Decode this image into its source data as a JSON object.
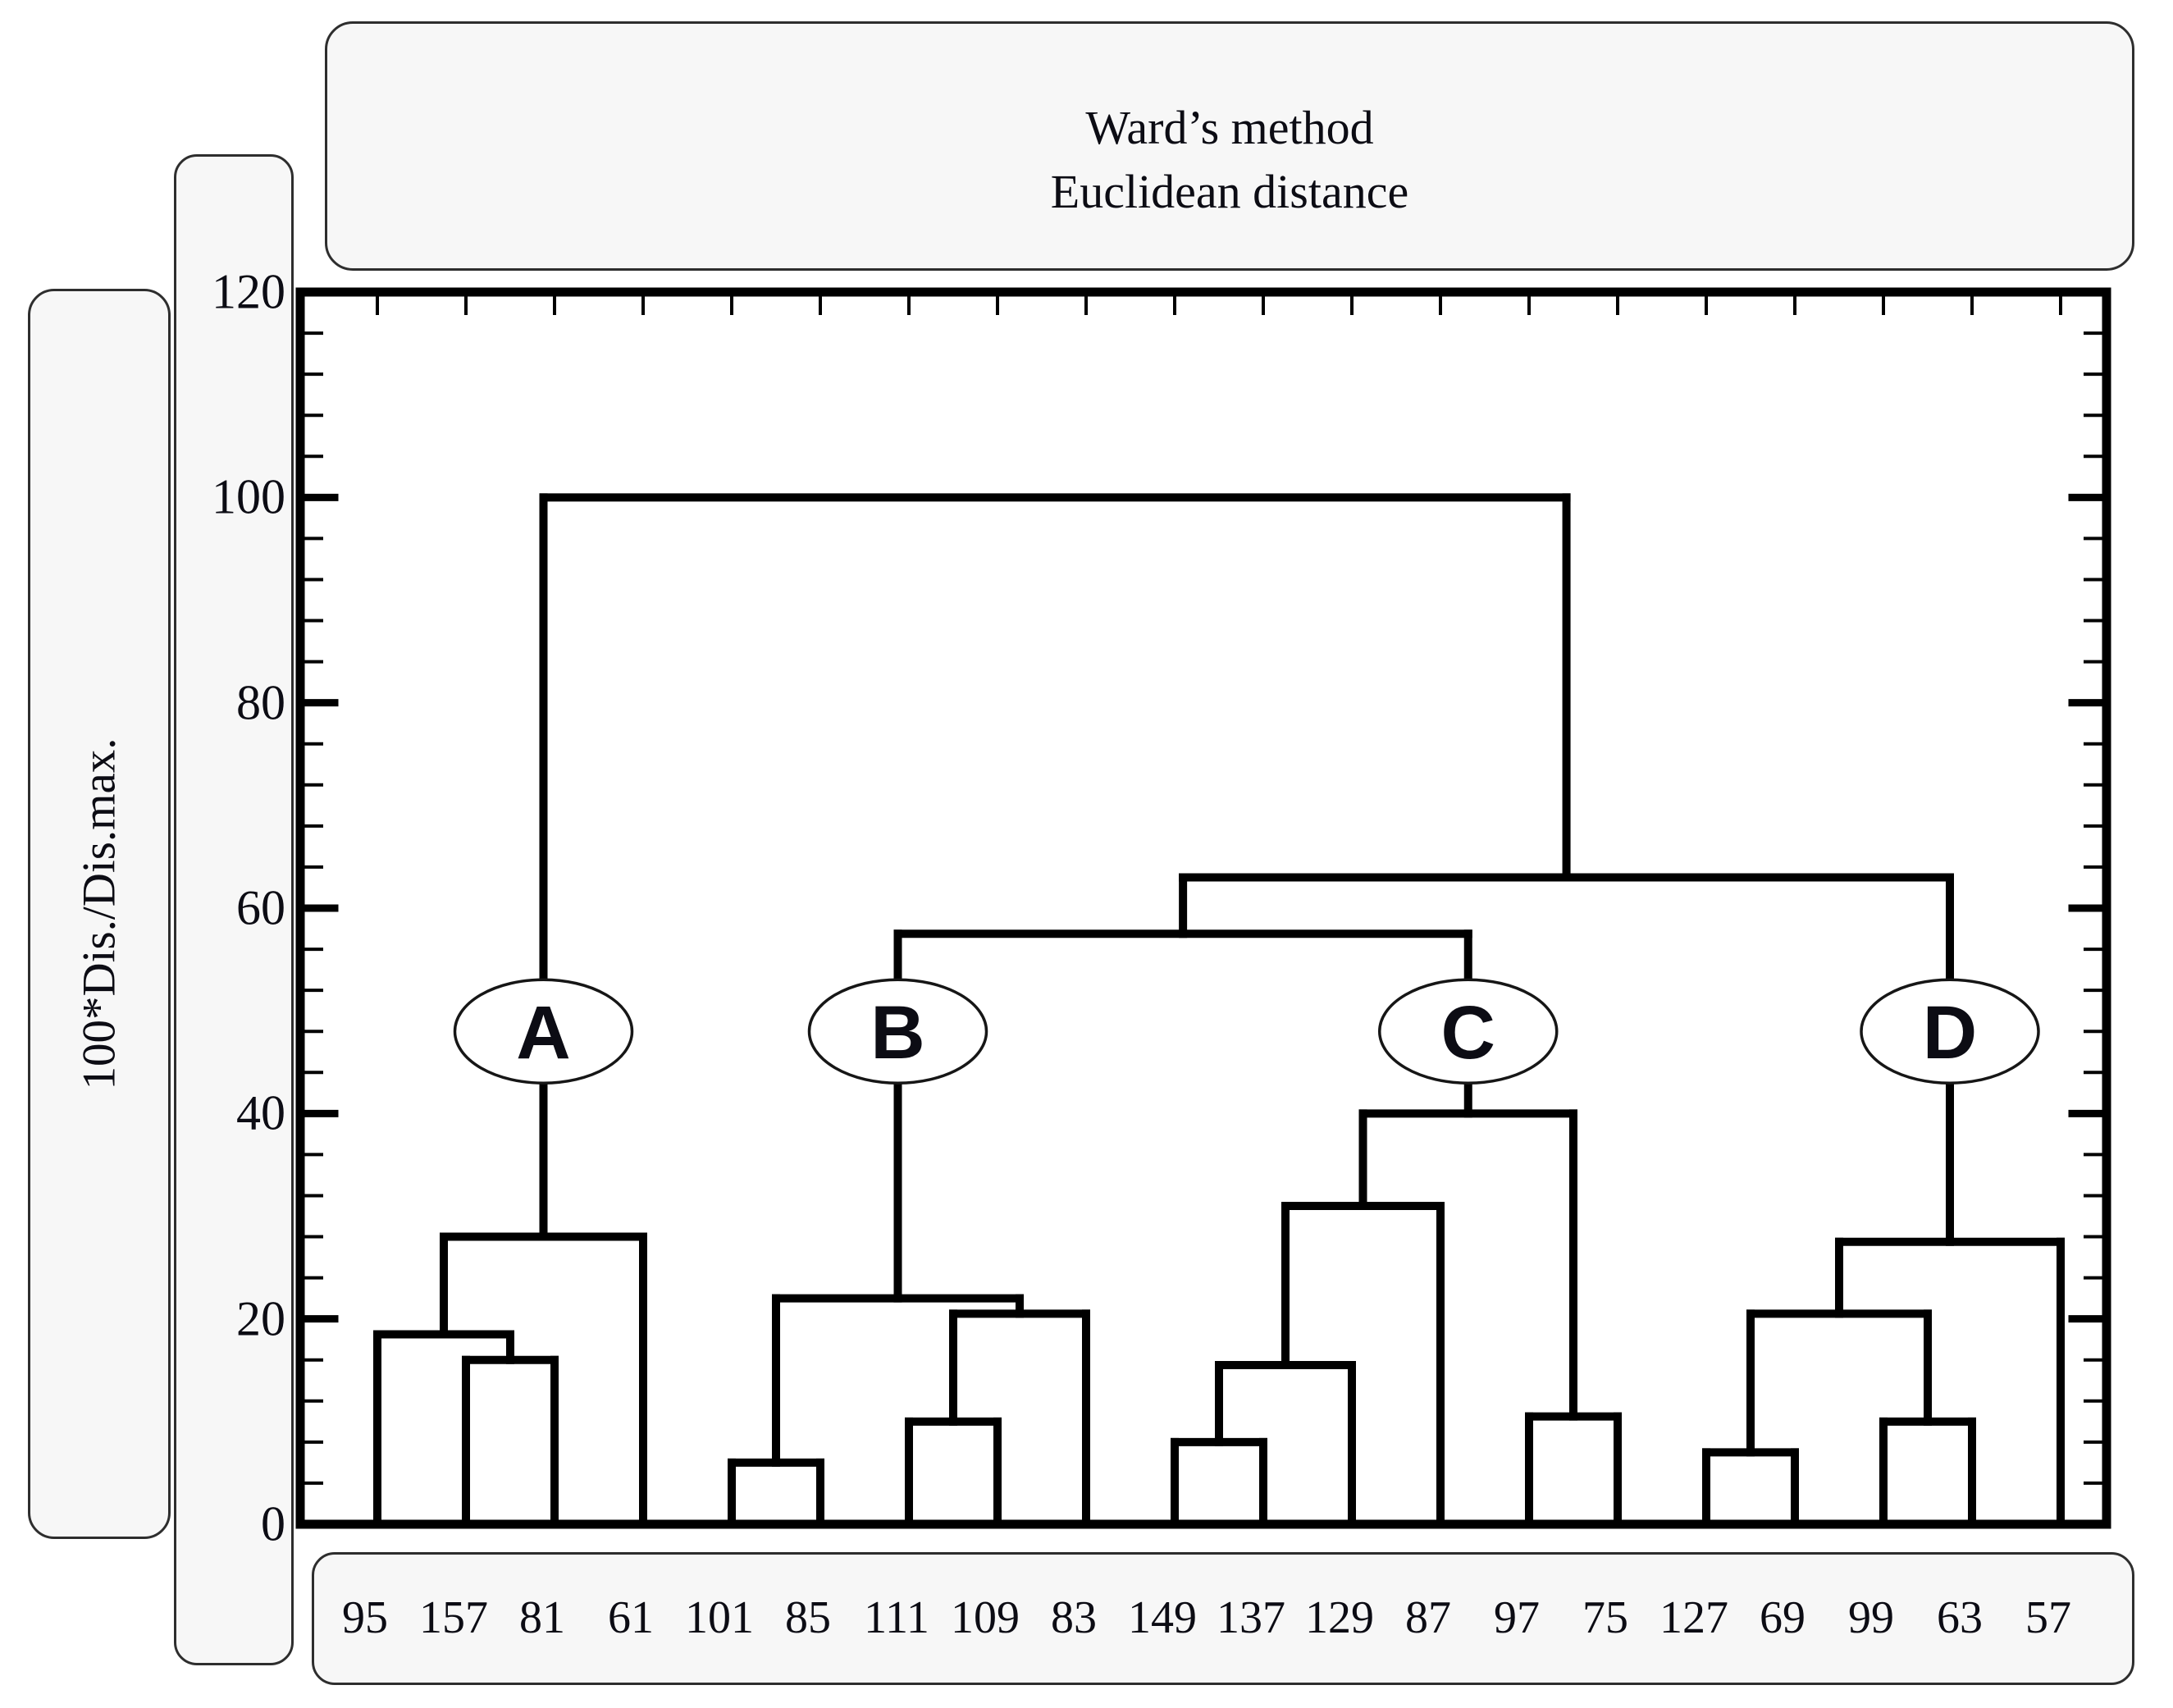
{
  "title": {
    "line1": "Ward’s method",
    "line2": "Euclidean distance"
  },
  "y_axis": {
    "label": "100*Dis./Dis.max.",
    "tick_labels": [
      "120",
      "100",
      "80",
      "60",
      "40",
      "20",
      "0"
    ],
    "tick_values": [
      120,
      100,
      80,
      60,
      40,
      20,
      0
    ]
  },
  "x_axis": {
    "leaf_labels": [
      "95",
      "157",
      "81",
      "61",
      "101",
      "85",
      "111",
      "109",
      "83",
      "149",
      "137",
      "129",
      "87",
      "97",
      "75",
      "127",
      "69",
      "99",
      "63",
      "57"
    ]
  },
  "colors": {
    "line": "#000000",
    "box_fill": "#f7f7f7",
    "box_border": "#2e2e2e",
    "text": "#0c0c14",
    "plot_background": "#ffffff"
  },
  "chart_data": {
    "type": "dendrogram",
    "title": "Ward’s method — Euclidean distance",
    "ylabel": "100*Dis./Dis.max.",
    "ylim": [
      0,
      120
    ],
    "y_major_step": 20,
    "y_minor_step": 4,
    "grid": false,
    "leaves": [
      "95",
      "157",
      "81",
      "61",
      "101",
      "85",
      "111",
      "109",
      "83",
      "149",
      "137",
      "129",
      "87",
      "97",
      "75",
      "127",
      "69",
      "99",
      "63",
      "57"
    ],
    "clusters": [
      {
        "label": "A",
        "leaves": [
          "95",
          "157",
          "81",
          "61"
        ]
      },
      {
        "label": "B",
        "leaves": [
          "101",
          "85",
          "111",
          "109",
          "83"
        ]
      },
      {
        "label": "C",
        "leaves": [
          "149",
          "137",
          "129",
          "87",
          "97",
          "75"
        ]
      },
      {
        "label": "D",
        "leaves": [
          "127",
          "69",
          "99",
          "63",
          "57"
        ]
      }
    ],
    "cluster_label_height": 48,
    "tree": {
      "h": 100,
      "children": [
        {
          "h": 28,
          "cluster": "A",
          "children": [
            {
              "h": 18.5,
              "children": [
                {
                  "leaf": 0
                },
                {
                  "h": 16,
                  "children": [
                    {
                      "leaf": 1
                    },
                    {
                      "leaf": 2
                    }
                  ]
                }
              ]
            },
            {
              "leaf": 3
            }
          ]
        },
        {
          "h": 63,
          "children": [
            {
              "h": 57.5,
              "children": [
                {
                  "h": 22,
                  "cluster": "B",
                  "children": [
                    {
                      "h": 6,
                      "children": [
                        {
                          "leaf": 4
                        },
                        {
                          "leaf": 5
                        }
                      ]
                    },
                    {
                      "h": 20.5,
                      "children": [
                        {
                          "h": 10,
                          "children": [
                            {
                              "leaf": 6
                            },
                            {
                              "leaf": 7
                            }
                          ]
                        },
                        {
                          "leaf": 8
                        }
                      ]
                    }
                  ]
                },
                {
                  "h": 40,
                  "cluster": "C",
                  "children": [
                    {
                      "h": 31,
                      "children": [
                        {
                          "h": 15.5,
                          "children": [
                            {
                              "h": 8,
                              "children": [
                                {
                                  "leaf": 9
                                },
                                {
                                  "leaf": 10
                                }
                              ]
                            },
                            {
                              "leaf": 11
                            }
                          ]
                        },
                        {
                          "leaf": 12
                        }
                      ]
                    },
                    {
                      "h": 10.5,
                      "children": [
                        {
                          "leaf": 13
                        },
                        {
                          "leaf": 14
                        }
                      ]
                    }
                  ]
                }
              ]
            },
            {
              "h": 27.5,
              "cluster": "D",
              "children": [
                {
                  "h": 20.5,
                  "children": [
                    {
                      "h": 7,
                      "children": [
                        {
                          "leaf": 15
                        },
                        {
                          "leaf": 16
                        }
                      ]
                    },
                    {
                      "h": 10,
                      "children": [
                        {
                          "leaf": 17
                        },
                        {
                          "leaf": 18
                        }
                      ]
                    }
                  ]
                },
                {
                  "leaf": 19
                }
              ]
            }
          ]
        }
      ]
    }
  }
}
